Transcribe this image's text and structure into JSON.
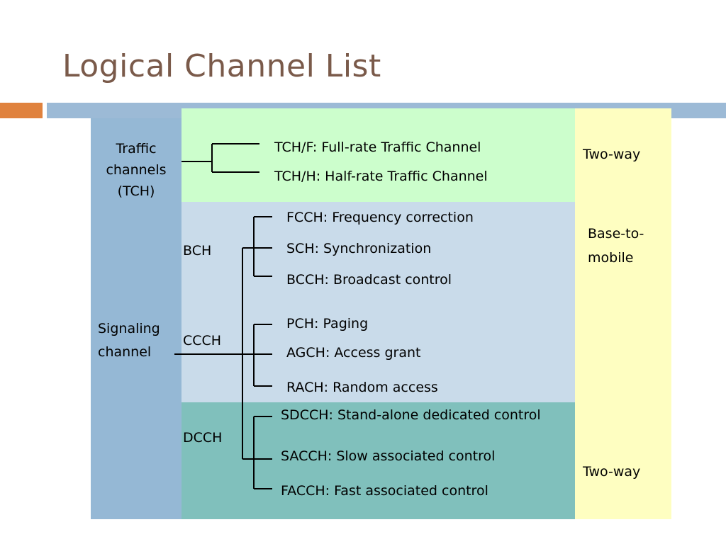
{
  "title": "Logical Channel List",
  "colors": {
    "title": "#7a5a4a",
    "accent": "#e0823e",
    "header_bar": "#9cbad6",
    "left_column": "#95b8d5",
    "traffic_band": "#ccfecc",
    "signaling_band": "#c9dbea",
    "dcch_band": "#80c0bc",
    "direction_column": "#fefec1"
  },
  "groups": {
    "traffic": {
      "line1": "Traffic",
      "line2": "channels",
      "line3": "(TCH)"
    },
    "signaling": {
      "line1": "Signaling",
      "line2": "channel"
    }
  },
  "subgroups": {
    "bch": "BCH",
    "ccch": "CCCH",
    "dcch": "DCCH"
  },
  "channels": {
    "tchf": "TCH/F: Full-rate Traffic Channel",
    "tchh": "TCH/H: Half-rate Traffic Channel",
    "fcch": "FCCH: Frequency correction",
    "sch": "SCH: Synchronization",
    "bcch": "BCCH: Broadcast control",
    "pch": "PCH: Paging",
    "agch": "AGCH: Access grant",
    "rach": "RACH: Random access",
    "sdcch": "SDCCH: Stand-alone dedicated control",
    "sacch": "SACCH: Slow associated control",
    "facch": "FACCH: Fast associated control"
  },
  "directions": {
    "traffic": "Two-way",
    "broadcast_line1": "Base-to-",
    "broadcast_line2": "mobile",
    "dedicated": "Two-way"
  }
}
